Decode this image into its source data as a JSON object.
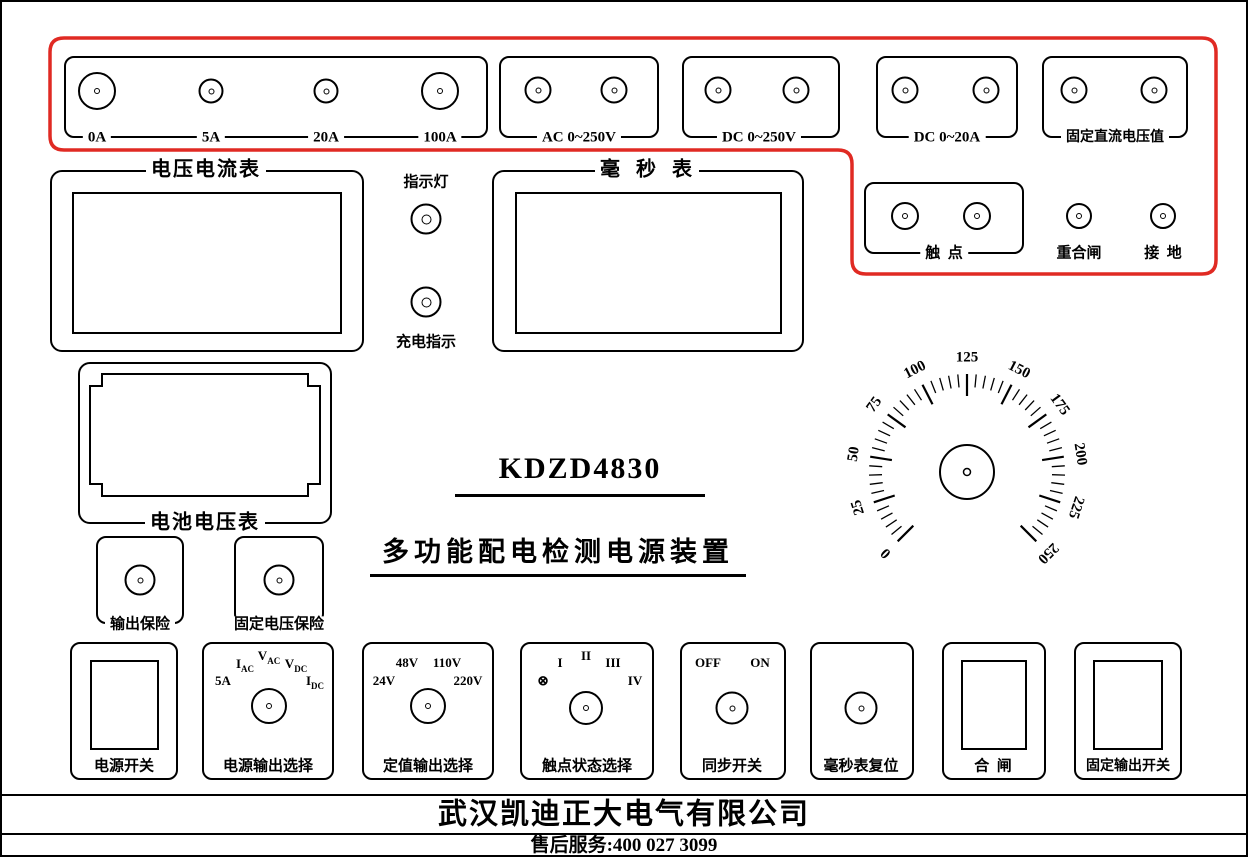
{
  "panel": {
    "model": "KDZD4830",
    "name": "多功能配电检测电源装置",
    "company": "武汉凯迪正大电气有限公司",
    "service": "售后服务:400 027 3099"
  },
  "colors": {
    "outline_red": "#e02a23",
    "line_black": "#000000"
  },
  "terminal_groups": {
    "current": {
      "terminals": [
        "0A",
        "5A",
        "20A",
        "100A"
      ]
    },
    "ac_voltage": {
      "label": "AC 0~250V"
    },
    "dc_voltage": {
      "label": "DC 0~250V"
    },
    "dc_current": {
      "label": "DC 0~20A"
    },
    "fixed_dc": {
      "label": "固定直流电压值"
    },
    "contact": {
      "label": "触  点"
    },
    "reclose": {
      "label": "重合闸"
    },
    "ground": {
      "label": "接  地"
    }
  },
  "meters": {
    "voltammeter": {
      "label": "电压电流表"
    },
    "millisecond": {
      "label": "毫  秒  表"
    },
    "battery": {
      "label": "电池电压表"
    }
  },
  "indicators": {
    "lamp": {
      "label": "指示灯"
    },
    "charge": {
      "label": "充电指示"
    }
  },
  "fuses": {
    "output": {
      "label": "输出保险"
    },
    "fixed": {
      "label": "固定电压保险"
    }
  },
  "dial": {
    "min": 0,
    "max": 250,
    "minor_step": 5,
    "major_step": 25,
    "labels": [
      "0",
      "25",
      "50",
      "75",
      "100",
      "125",
      "150",
      "175",
      "200",
      "225",
      "250"
    ]
  },
  "controls": {
    "power": {
      "label": "电源开关"
    },
    "output_select": {
      "label": "电源输出选择",
      "positions": [
        {
          "main": "I",
          "sub": "AC"
        },
        {
          "main": "V",
          "sub": "AC"
        },
        {
          "main": "V",
          "sub": "DC"
        },
        {
          "main": "5A",
          "sub": ""
        },
        {
          "main": "I",
          "sub": "DC"
        }
      ]
    },
    "fixed_select": {
      "label": "定值输出选择",
      "positions": [
        "48V",
        "110V",
        "24V",
        "220V"
      ]
    },
    "contact_select": {
      "label": "触点状态选择",
      "positions": [
        "⊗",
        "I",
        "II",
        "III",
        "IV"
      ]
    },
    "sync": {
      "label": "同步开关",
      "positions": [
        "OFF",
        "ON"
      ]
    },
    "ms_reset": {
      "label": "毫秒表复位"
    },
    "close": {
      "label": "合  闸"
    },
    "fixed_output": {
      "label": "固定输出开关"
    }
  }
}
